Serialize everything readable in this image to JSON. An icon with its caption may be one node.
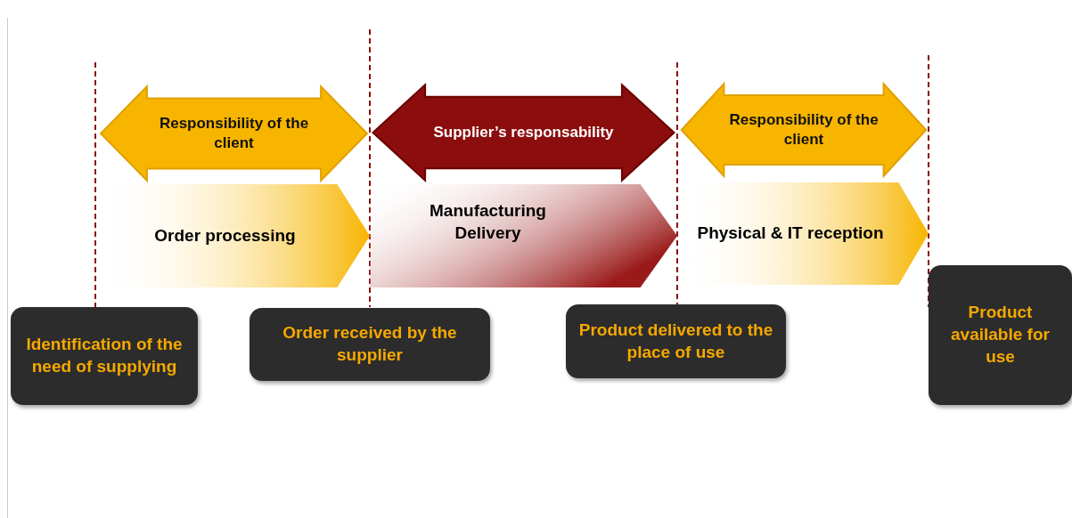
{
  "diagram": {
    "nodes": [
      {
        "text": [
          "Responsibility of the client"
        ]
      },
      {
        "text": [
          "Supplier’s responsability"
        ]
      },
      {
        "text": [
          "Responsibility of the client"
        ]
      },
      {
        "text": [
          "Order processing"
        ]
      },
      {
        "text": [
          "Manufacturing Delivery"
        ]
      },
      {
        "text": [
          "Physical & IT reception"
        ]
      },
      {
        "text": [
          "Identification of the need of supplying"
        ]
      },
      {
        "text": [
          "Order received by the supplier"
        ]
      },
      {
        "text": [
          "Product delivered to the place of use"
        ]
      },
      {
        "text": [
          "Product available for use"
        ]
      }
    ]
  }
}
